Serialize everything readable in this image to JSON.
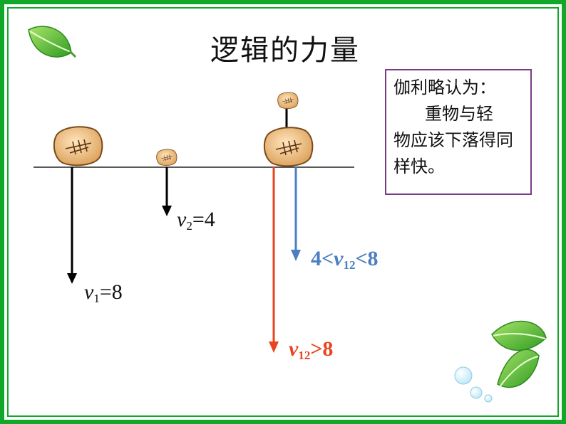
{
  "slide": {
    "title": "逻辑的力量",
    "frame_color": "#11a82a",
    "note": {
      "line1": "伽利略认为：",
      "line2": "重物与轻",
      "line3": "物应该下落得同样快。"
    }
  },
  "labels": {
    "v1": {
      "var": "v",
      "sub": "1",
      "rest": "=8",
      "color": "#111111"
    },
    "v2": {
      "var": "v",
      "sub": "2",
      "rest": "=4",
      "color": "#111111"
    },
    "v12_between": {
      "pre": "4<",
      "var": "v",
      "sub": "12",
      "rest": "<8",
      "color": "#4a7fc1"
    },
    "v12_greater": {
      "var": "v",
      "sub": "12",
      "rest": ">8",
      "color": "#e8451e"
    }
  },
  "colors": {
    "black_arrow": "#000000",
    "blue_arrow": "#4a7fc1",
    "red_arrow": "#e8451e",
    "stone": "#f2c98d",
    "leaf": "#4cb82e"
  }
}
